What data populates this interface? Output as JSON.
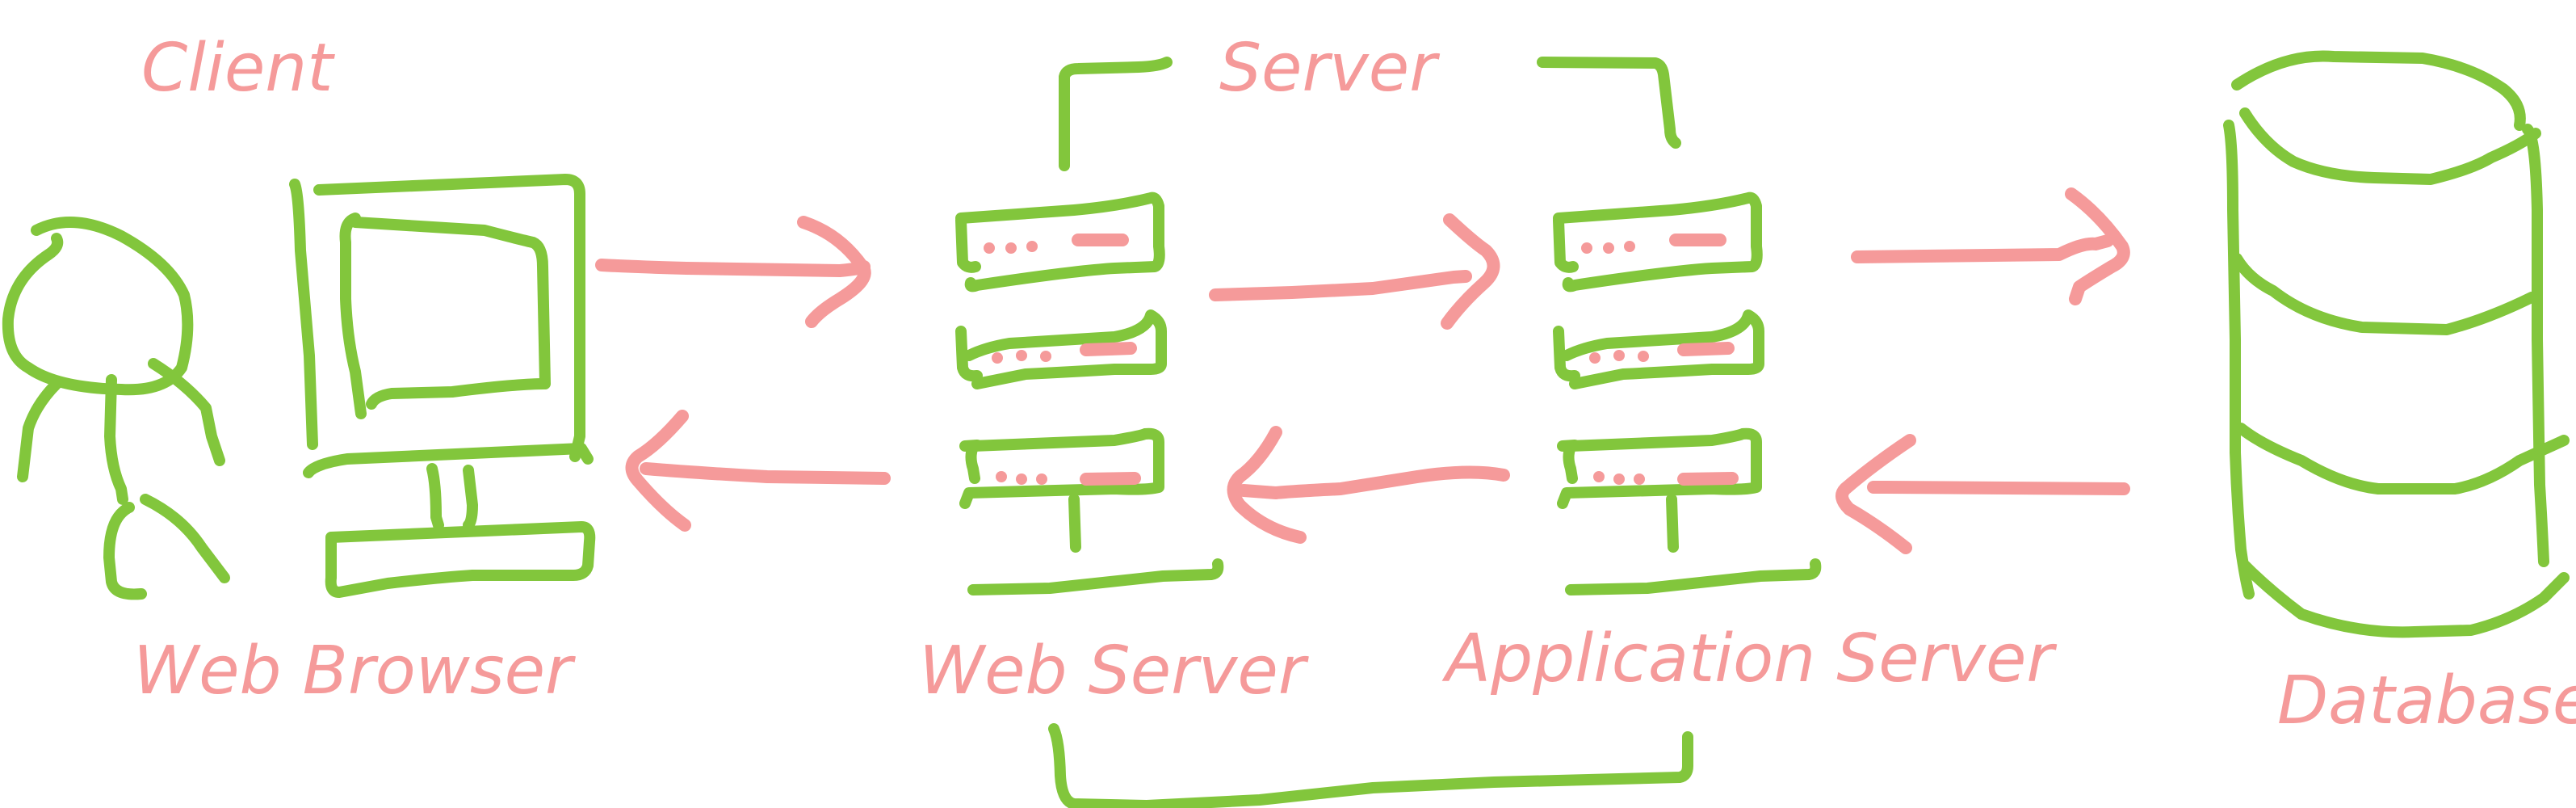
{
  "labels": {
    "client": "Client",
    "server": "Server",
    "web_browser": "Web Browser",
    "web_server": "Web Server",
    "application_server": "Application Server",
    "database": "Database"
  },
  "colors": {
    "sketch_green": "#82c63c",
    "sketch_pink": "#f59a9a",
    "background": "#ffffff"
  }
}
